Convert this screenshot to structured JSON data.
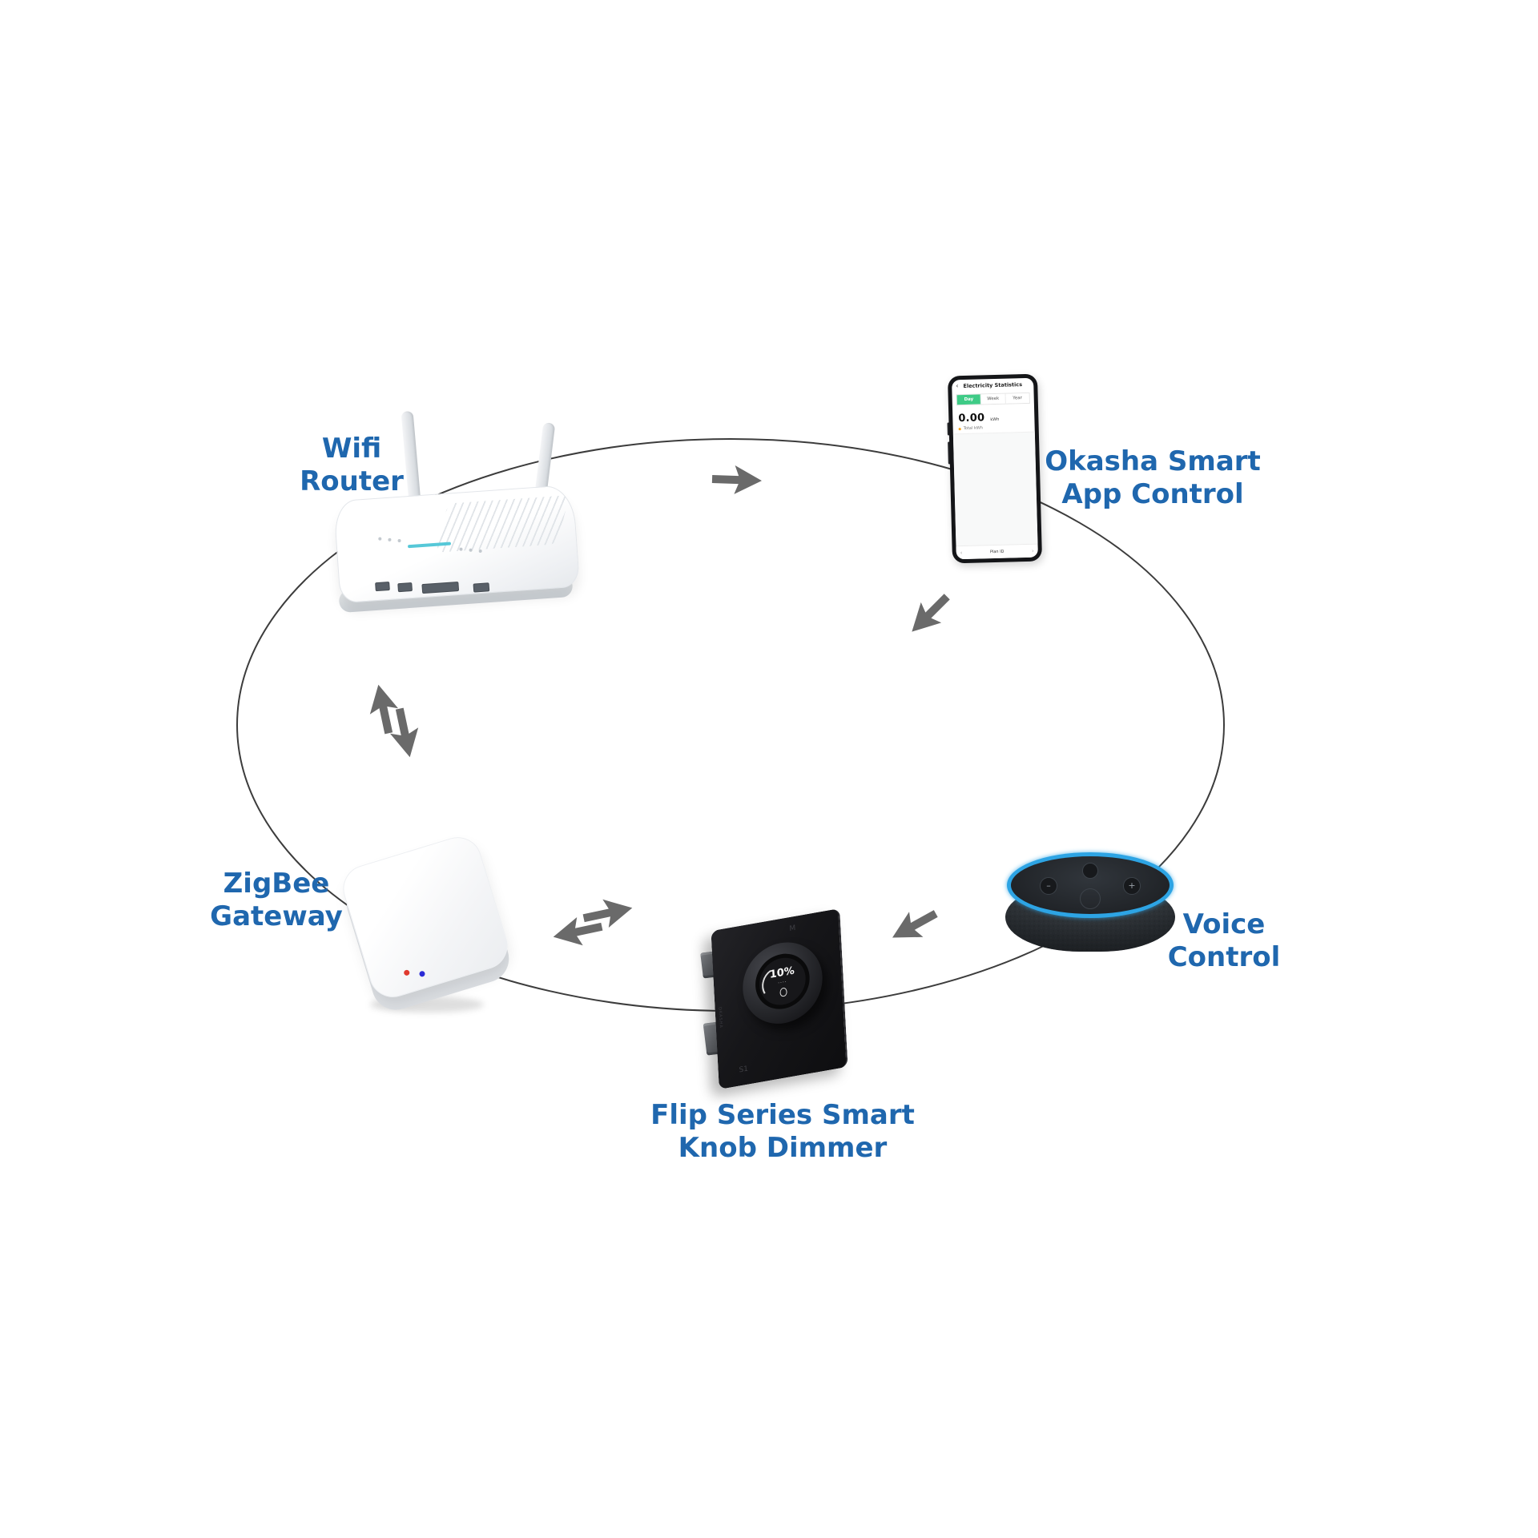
{
  "colors": {
    "label_blue": "#1f67ae",
    "arrow_gray": "#6a6a6a",
    "ellipse_line": "#3c3c3c",
    "echo_ring_blue": "#2da4e4",
    "tab_active_green": "#3ecb86",
    "router_strip_teal": "#56c8d8",
    "gateway_led_red": "#e03a2f",
    "gateway_led_blue": "#2b2bd6"
  },
  "labels": {
    "router": "Wifi\nRouter",
    "app": "Okasha Smart\nApp Control",
    "voice": "Voice\nControl",
    "dimmer": "Flip Series Smart\nKnob Dimmer",
    "gateway": "ZigBee\nGateway"
  },
  "phone": {
    "header": "Electricity Statistics",
    "back_icon": "‹",
    "tabs": [
      "Day",
      "Week",
      "Year"
    ],
    "value": "0.00",
    "unit": "kWh",
    "legend": "Total kWh",
    "bottom_label": "Plan ID",
    "prev_icon": "‹",
    "next_icon": "›"
  },
  "echo": {
    "button_minus": "–",
    "button_plus": "+"
  },
  "dimmer_device": {
    "screen_value": "10%",
    "screen_dots": "····",
    "mark_top": "M",
    "mark_bottom": "S1",
    "brand": "OKASHA"
  }
}
